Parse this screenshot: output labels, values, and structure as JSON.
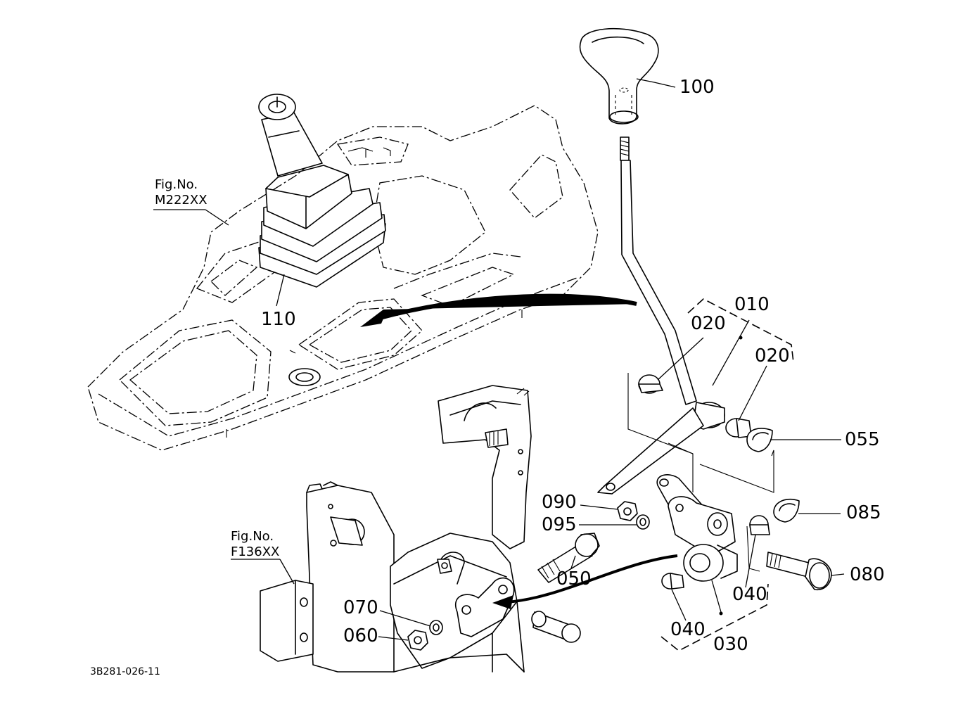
{
  "drawing_code": "3B281-026-11",
  "figure_refs": [
    {
      "line1": "Fig.No.",
      "line2": "M222XX"
    },
    {
      "line1": "Fig.No.",
      "line2": "F136XX"
    }
  ],
  "callouts": [
    "100",
    "110",
    "010",
    "020",
    "020",
    "055",
    "085",
    "090",
    "095",
    "050",
    "080",
    "040",
    "040",
    "030",
    "070",
    "060"
  ]
}
